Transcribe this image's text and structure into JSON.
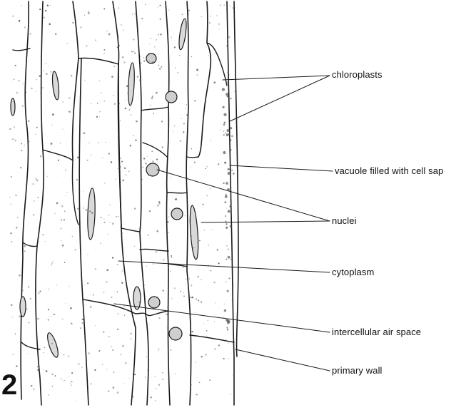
{
  "figure": {
    "number": "2",
    "labels": {
      "chloroplasts": "chloroplasts",
      "vacuole": "vacuole filled with cell sap",
      "nuclei": "nuclei",
      "cytoplasm": "cytoplasm",
      "air_space": "intercellular air space",
      "primary_wall": "primary wall"
    }
  }
}
